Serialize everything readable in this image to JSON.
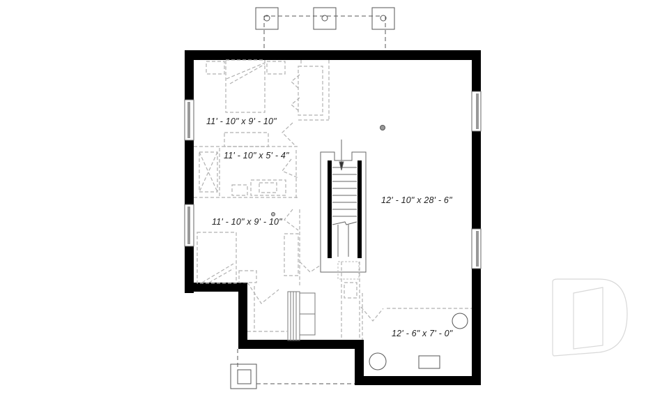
{
  "plan": {
    "type": "basement floor plan",
    "rooms": [
      {
        "id": "bedroom-1",
        "label": "11' - 10\" x 9' - 10\""
      },
      {
        "id": "bathroom",
        "label": "11' - 10\" x 5' - 4\""
      },
      {
        "id": "bedroom-2",
        "label": "11' - 10\" x 9' - 10\""
      },
      {
        "id": "family-room",
        "label": "12' - 10\" x 28' - 6\""
      },
      {
        "id": "mechanical-room",
        "label": "12' - 6\" x 7' - 0\""
      }
    ],
    "stair_direction": "down",
    "watermark": "D",
    "colors": {
      "wall": "#000000",
      "fixture_line": "#b0b0b0",
      "outline": "#555555",
      "watermark": "#d8d8d8"
    }
  }
}
